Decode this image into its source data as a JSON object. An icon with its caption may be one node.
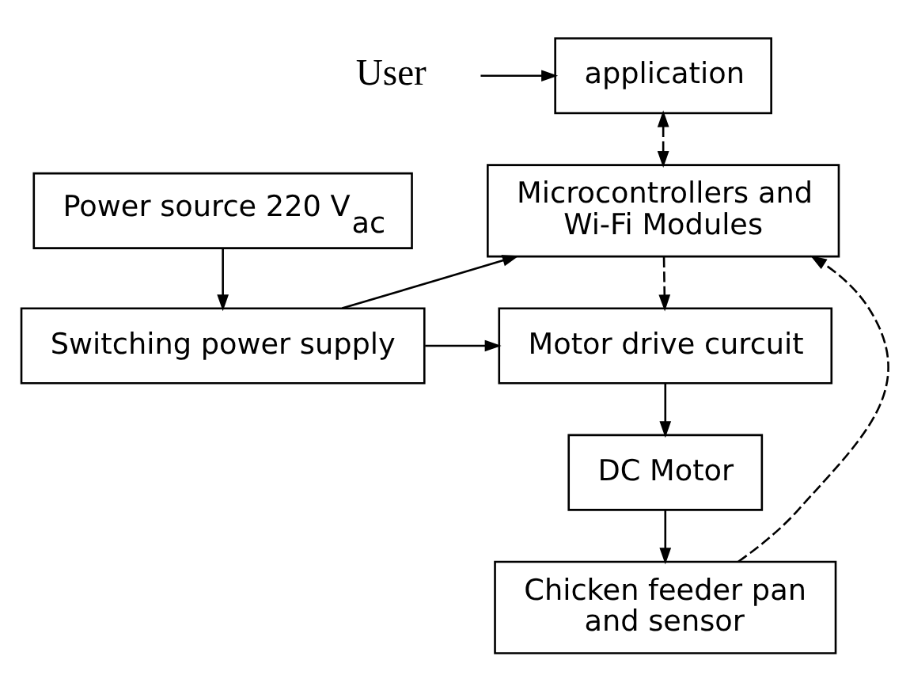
{
  "diagram": {
    "nodes": [
      {
        "text": [
          "User"
        ]
      },
      {
        "text": [
          "application"
        ]
      },
      {
        "text": [
          "Power source 220 V$_{ac}$"
        ]
      },
      {
        "text": [
          "Microcontrollers and Wi-Fi Modules"
        ]
      },
      {
        "text": [
          "Switching power supply"
        ]
      },
      {
        "text": [
          "Motor drive curcuit"
        ]
      },
      {
        "text": [
          "DC Motor"
        ]
      },
      {
        "text": [
          "Chicken feeder pan and sensor"
        ]
      }
    ],
    "edges": [
      {
        "from": 0,
        "to": 1,
        "arrow": "to"
      },
      {
        "from": 1,
        "to": 3,
        "arrow": "both",
        "style": "dashed"
      },
      {
        "from": 2,
        "to": 4,
        "arrow": "to"
      },
      {
        "from": 4,
        "to": 3,
        "arrow": "to"
      },
      {
        "from": 4,
        "to": 5,
        "arrow": "to"
      },
      {
        "from": 3,
        "to": 5,
        "arrow": "to",
        "style": "dashed"
      },
      {
        "from": 5,
        "to": 6,
        "arrow": "to"
      },
      {
        "from": 6,
        "to": 7,
        "arrow": "to"
      },
      {
        "from": 7,
        "to": 3,
        "arrow": "to",
        "style": "dashed"
      }
    ]
  }
}
